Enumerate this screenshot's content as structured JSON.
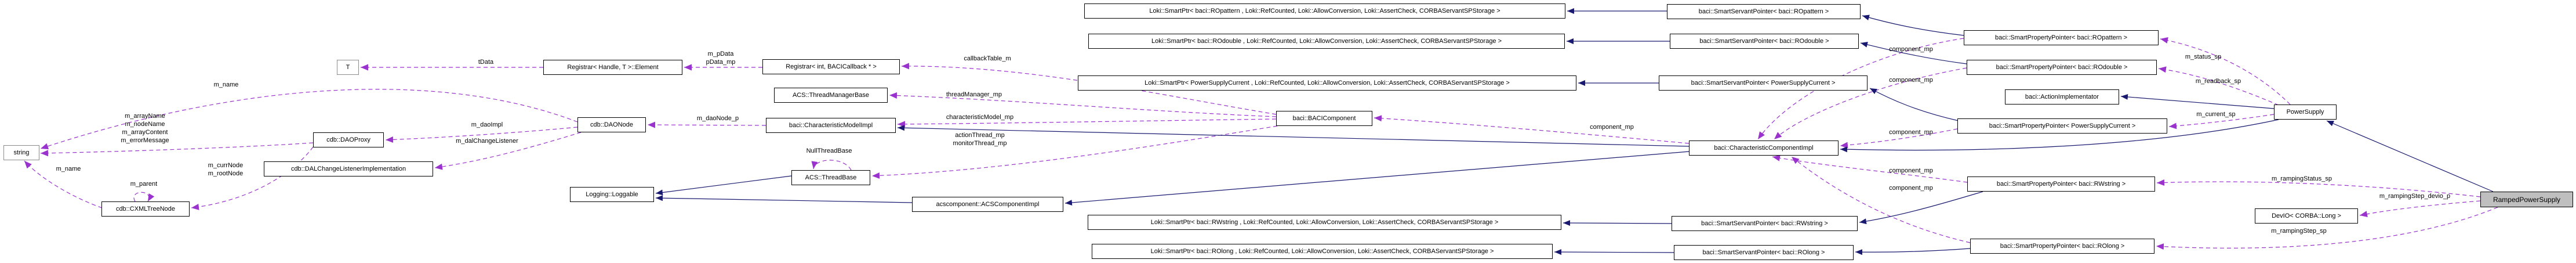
{
  "diagram": {
    "kind": "collaboration-graph",
    "focus_class": "RampedPowerSupply",
    "colors": {
      "inheritance_edge": "#191970",
      "usage_edge": "#9A32CD",
      "node_background": "#ffffff",
      "node_border": "#000000",
      "external_node_border": "#8c8c8c",
      "focus_node_background": "#bfbfbf"
    },
    "nodes": [
      {
        "id": "string",
        "label": "string",
        "kind": "external"
      },
      {
        "id": "cxml-tree-node",
        "label": "cdb::CXMLTreeNode",
        "kind": "class"
      },
      {
        "id": "dao-proxy",
        "label": "cdb::DAOProxy",
        "kind": "class"
      },
      {
        "id": "dal-change-listener",
        "label": "cdb::DALChangeListenerImplementation",
        "kind": "class"
      },
      {
        "id": "template-t",
        "label": "T",
        "kind": "external"
      },
      {
        "id": "registrar-element",
        "label": "Registrar< Handle, T >::Element",
        "kind": "class"
      },
      {
        "id": "dao-node",
        "label": "cdb::DAONode",
        "kind": "class"
      },
      {
        "id": "loggable",
        "label": "Logging::Loggable",
        "kind": "class"
      },
      {
        "id": "registrar-int",
        "label": "Registrar< int, BACICallback * >",
        "kind": "class"
      },
      {
        "id": "thread-manager-base",
        "label": "ACS::ThreadManagerBase",
        "kind": "class"
      },
      {
        "id": "characteristic-model-impl",
        "label": "baci::CharacteristicModelImpl",
        "kind": "class"
      },
      {
        "id": "thread-base",
        "label": "ACS::ThreadBase",
        "kind": "class"
      },
      {
        "id": "acs-component-impl",
        "label": "acscomponent::ACSComponentImpl",
        "kind": "class"
      },
      {
        "id": "loki-ropattern",
        "label": "Loki::SmartPtr< baci::ROpattern , Loki::RefCounted, Loki::AllowConversion, Loki::AssertCheck, CORBAServantSPStorage >",
        "kind": "class"
      },
      {
        "id": "loki-rodouble",
        "label": "Loki::SmartPtr< baci::ROdouble , Loki::RefCounted, Loki::AllowConversion, Loki::AssertCheck, CORBAServantSPStorage >",
        "kind": "class"
      },
      {
        "id": "loki-psc",
        "label": "Loki::SmartPtr< PowerSupplyCurrent , Loki::RefCounted, Loki::AllowConversion, Loki::AssertCheck, CORBAServantSPStorage >",
        "kind": "class"
      },
      {
        "id": "loki-rwstring",
        "label": "Loki::SmartPtr< baci::RWstring , Loki::RefCounted, Loki::AllowConversion, Loki::AssertCheck, CORBAServantSPStorage >",
        "kind": "class"
      },
      {
        "id": "loki-rolong",
        "label": "Loki::SmartPtr< baci::ROlong , Loki::RefCounted, Loki::AllowConversion, Loki::AssertCheck, CORBAServantSPStorage >",
        "kind": "class"
      },
      {
        "id": "baci-component",
        "label": "baci::BACIComponent",
        "kind": "class"
      },
      {
        "id": "ssp-ropattern",
        "label": "baci::SmartServantPointer< baci::ROpattern >",
        "kind": "class"
      },
      {
        "id": "ssp-rodouble",
        "label": "baci::SmartServantPointer< baci::ROdouble >",
        "kind": "class"
      },
      {
        "id": "ssp-psc",
        "label": "baci::SmartServantPointer< PowerSupplyCurrent >",
        "kind": "class"
      },
      {
        "id": "ssp-rwstring",
        "label": "baci::SmartServantPointer< baci::RWstring >",
        "kind": "class"
      },
      {
        "id": "ssp-rolong",
        "label": "baci::SmartServantPointer< baci::ROlong >",
        "kind": "class"
      },
      {
        "id": "characteristic-component-impl",
        "label": "baci::CharacteristicComponentImpl",
        "kind": "class"
      },
      {
        "id": "spp-ropattern",
        "label": "baci::SmartPropertyPointer< baci::ROpattern >",
        "kind": "class"
      },
      {
        "id": "spp-rodouble",
        "label": "baci::SmartPropertyPointer< baci::ROdouble >",
        "kind": "class"
      },
      {
        "id": "spp-psc",
        "label": "baci::SmartPropertyPointer< PowerSupplyCurrent >",
        "kind": "class"
      },
      {
        "id": "spp-rwstring",
        "label": "baci::SmartPropertyPointer< baci::RWstring >",
        "kind": "class"
      },
      {
        "id": "spp-rolong",
        "label": "baci::SmartPropertyPointer< baci::ROlong >",
        "kind": "class"
      },
      {
        "id": "action-implementator",
        "label": "baci::ActionImplementator",
        "kind": "class"
      },
      {
        "id": "power-supply",
        "label": "PowerSupply",
        "kind": "class"
      },
      {
        "id": "dev-io",
        "label": "DevIO< CORBA::Long >",
        "kind": "class"
      },
      {
        "id": "ramped-power-supply",
        "label": "RampedPowerSupply",
        "kind": "focus"
      }
    ],
    "edge_labels": [
      {
        "id": "m-name-1",
        "text": "m_name"
      },
      {
        "id": "string-members",
        "text": "m_arrayName\nm_nodeName\nm_arrayContent\nm_errorMessage"
      },
      {
        "id": "m-name-2",
        "text": "m_name"
      },
      {
        "id": "curr-root-node",
        "text": "m_currNode\nm_rootNode"
      },
      {
        "id": "m-parent",
        "text": "m_parent"
      },
      {
        "id": "t-data",
        "text": "tData"
      },
      {
        "id": "p-data",
        "text": "m_pData\npData_mp"
      },
      {
        "id": "m-dao-node-p",
        "text": "m_daoNode_p"
      },
      {
        "id": "m-dao-impl",
        "text": "m_daoImpl"
      },
      {
        "id": "m-dal-change-listener",
        "text": "m_dalChangeListener"
      },
      {
        "id": "callback-table-m",
        "text": "callbackTable_m"
      },
      {
        "id": "thread-manager-mp",
        "text": "threadManager_mp"
      },
      {
        "id": "characteristic-model-mp",
        "text": "characteristicModel_mp"
      },
      {
        "id": "action-monitor-threads",
        "text": "actionThread_mp\nmonitorThread_mp"
      },
      {
        "id": "null-thread-base",
        "text": "NullThreadBase"
      },
      {
        "id": "component-mp-1",
        "text": "component_mp"
      },
      {
        "id": "component-mp-2",
        "text": "component_mp"
      },
      {
        "id": "component-mp-3",
        "text": "component_mp"
      },
      {
        "id": "component-mp-4",
        "text": "component_mp"
      },
      {
        "id": "component-mp-5",
        "text": "component_mp"
      },
      {
        "id": "component-mp-6",
        "text": "component_mp"
      },
      {
        "id": "m-status-sp",
        "text": "m_status_sp"
      },
      {
        "id": "m-readback-sp",
        "text": "m_readback_sp"
      },
      {
        "id": "m-current-sp",
        "text": "m_current_sp"
      },
      {
        "id": "m-ramping-status-sp",
        "text": "m_rampingStatus_sp"
      },
      {
        "id": "m-ramping-step-devio-p",
        "text": "m_rampingStep_devio_p"
      },
      {
        "id": "m-ramping-step-sp",
        "text": "m_rampingStep_sp"
      }
    ]
  }
}
